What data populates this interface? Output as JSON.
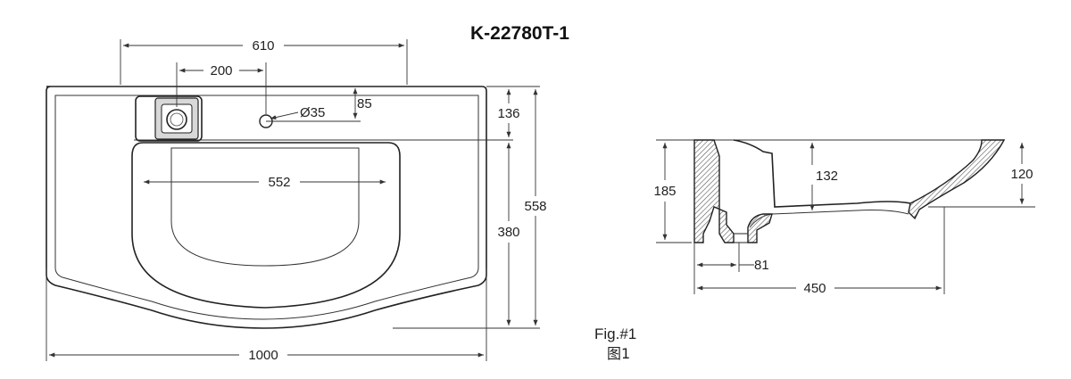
{
  "title": "K-22780T-1",
  "figure": {
    "caption": "Fig.#1",
    "caption_cn": "图1"
  },
  "top_view": {
    "dimensions": {
      "overall_width": "1000",
      "deck_width": "610",
      "faucet_offset": "200",
      "bowl_width": "552",
      "hole_diameter": "Ø35",
      "hole_setback": "85",
      "deck_depth": "136",
      "bowl_depth": "380",
      "overall_depth": "558"
    }
  },
  "side_view": {
    "dimensions": {
      "total_height": "185",
      "bowl_height": "132",
      "front_height": "120",
      "back_offset": "81",
      "overall_depth": "450"
    }
  },
  "colors": {
    "line": "#222222",
    "hatch": "#555555",
    "background": "#ffffff"
  }
}
